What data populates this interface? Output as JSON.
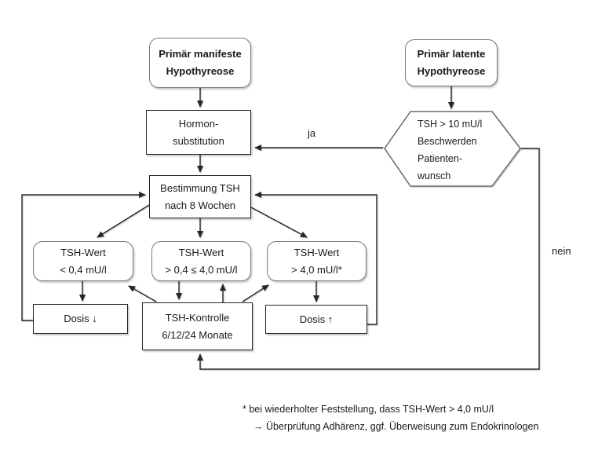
{
  "diagram": {
    "nodes": {
      "primaer_manifeste": "Primär manifeste\nHypothyreose",
      "primaer_latente": "Primär latente\nHypothyreose",
      "hormon": "Hormon-\nsubstitution",
      "bestimmung": "Bestimmung TSH\nnach 8 Wochen",
      "hexagon": "TSH > 10 mU/l\nBeschwerden\nPatienten-\nwunsch",
      "tsh_low": "TSH-Wert\n< 0,4 mU/l",
      "tsh_mid": "TSH-Wert\n> 0,4 ≤ 4,0 mU/l",
      "tsh_high": "TSH-Wert\n> 4,0 mU/l*",
      "dosis_down": "Dosis ↓",
      "kontrolle": "TSH-Kontrolle\n6/12/24 Monate",
      "dosis_up": "Dosis ↑"
    },
    "edge_labels": {
      "ja": "ja",
      "nein": "nein"
    },
    "footnote": {
      "line1": "* bei wiederholter Feststellung, dass TSH-Wert > 4,0 mU/l",
      "line2": "→ Überprüfung Adhärenz, ggf. Überweisung zum Endokrinologen"
    },
    "colors": {
      "line": "#262626",
      "rounded_border": "#7a7a7a",
      "hexagon_border": "#6b6b6b",
      "text": "#1a1a1a"
    }
  }
}
